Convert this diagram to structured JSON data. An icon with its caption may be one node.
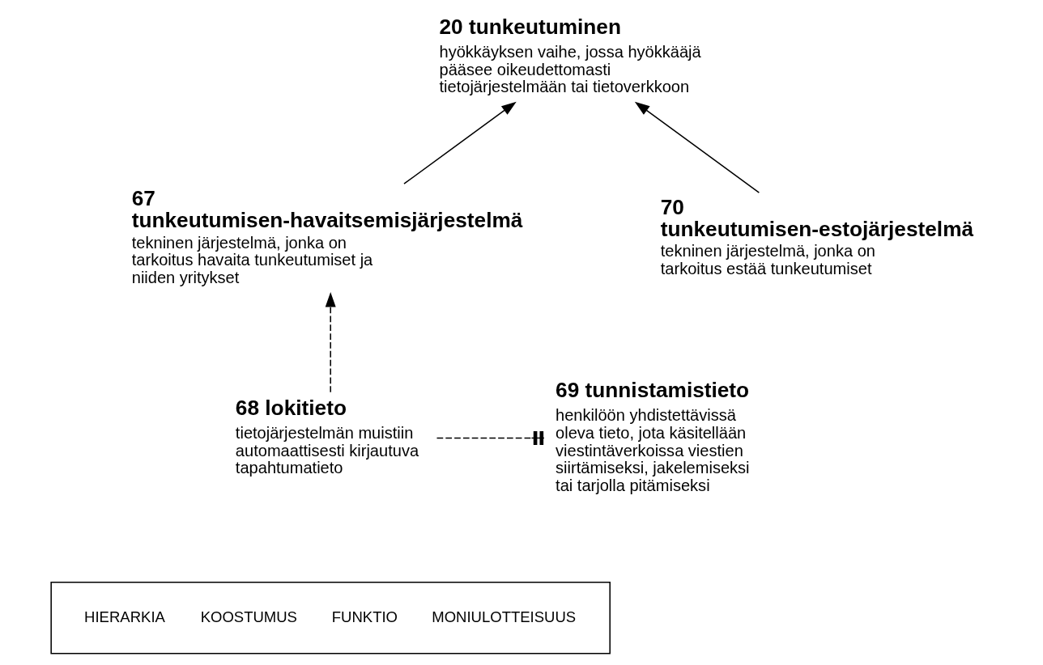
{
  "diagram": {
    "nodes": [
      {
        "text": [
          "20 tunkeutuminen",
          "hyökkäyksen vaihe, jossa hyökkääjä pääsee oikeudettomasti tietojärjestelmään tai tietoverkkoon"
        ]
      },
      {
        "text": [
          "67 tunkeutumisen-havaitsemisjärjestelmä",
          "tekninen järjestelmä, jonka on tarkoitus havaita tunkeutumiset ja niiden yritykset"
        ]
      },
      {
        "text": [
          "70 tunkeutumisen-estojärjestelmä",
          "tekninen järjestelmä, jonka on tarkoitus estää tunkeutumiset"
        ]
      },
      {
        "text": [
          "68 lokitieto",
          "tietojärjestelmän muistiin automaattisesti kirjautuva tapahtumatieto"
        ]
      },
      {
        "text": [
          "69 tunnistamistieto",
          "henkilöön yhdistettävissä oleva tieto, jota käsitellään viestintäverkoissa viestien siirtämiseksi, jakelemiseksi tai tarjolla pitämiseksi"
        ]
      }
    ],
    "edges": [
      {
        "from": 1,
        "to": 0,
        "arrow": "to"
      },
      {
        "from": 2,
        "to": 0,
        "arrow": "to"
      },
      {
        "from": 3,
        "to": 1,
        "arrow": "to",
        "style": "dashed"
      },
      {
        "from": 3,
        "to": 4,
        "arrow": "other",
        "style": "dashed"
      }
    ],
    "legend": [
      {
        "text": "HIERARKIA"
      },
      {
        "text": "KOOSTUMUS"
      },
      {
        "text": "FUNKTIO"
      },
      {
        "text": "MONIULOTTEISUUS"
      }
    ]
  }
}
